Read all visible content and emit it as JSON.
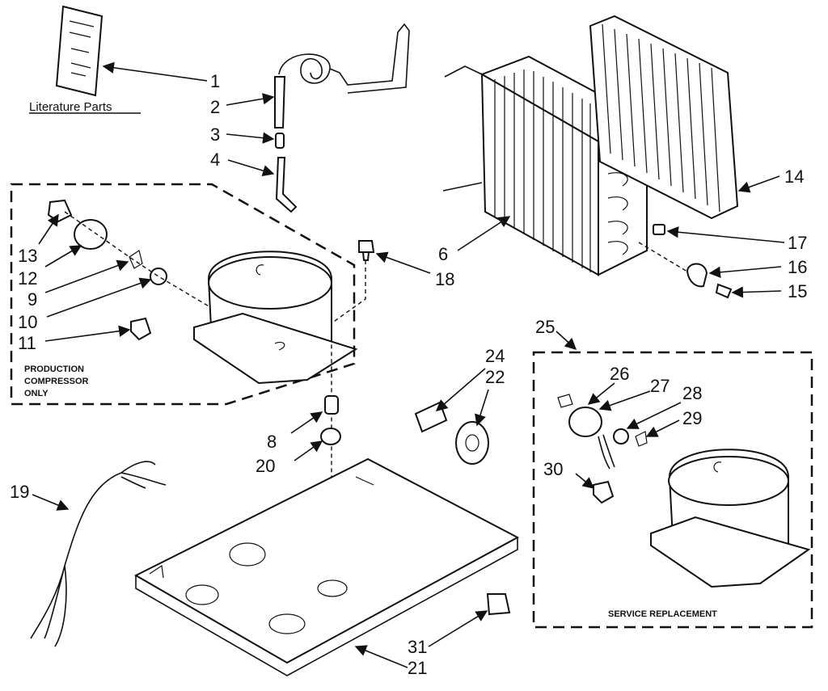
{
  "labels": {
    "l1": "1",
    "l2": "2",
    "l3": "3",
    "l4": "4",
    "l6": "6",
    "l8": "8",
    "l9": "9",
    "l10": "10",
    "l11": "11",
    "l12": "12",
    "l13": "13",
    "l14": "14",
    "l15": "15",
    "l16": "16",
    "l17": "17",
    "l18": "18",
    "l19": "19",
    "l20": "20",
    "l21": "21",
    "l22": "22",
    "l24": "24",
    "l25": "25",
    "l26": "26",
    "l27": "27",
    "l28": "28",
    "l29": "29",
    "l30": "30",
    "l31": "31"
  },
  "literature_label": "Literature Parts",
  "production_box": {
    "line1": "PRODUCTION",
    "line2": "COMPRESSOR",
    "line3": "ONLY"
  },
  "service_box": {
    "label": "SERVICE REPLACEMENT"
  }
}
